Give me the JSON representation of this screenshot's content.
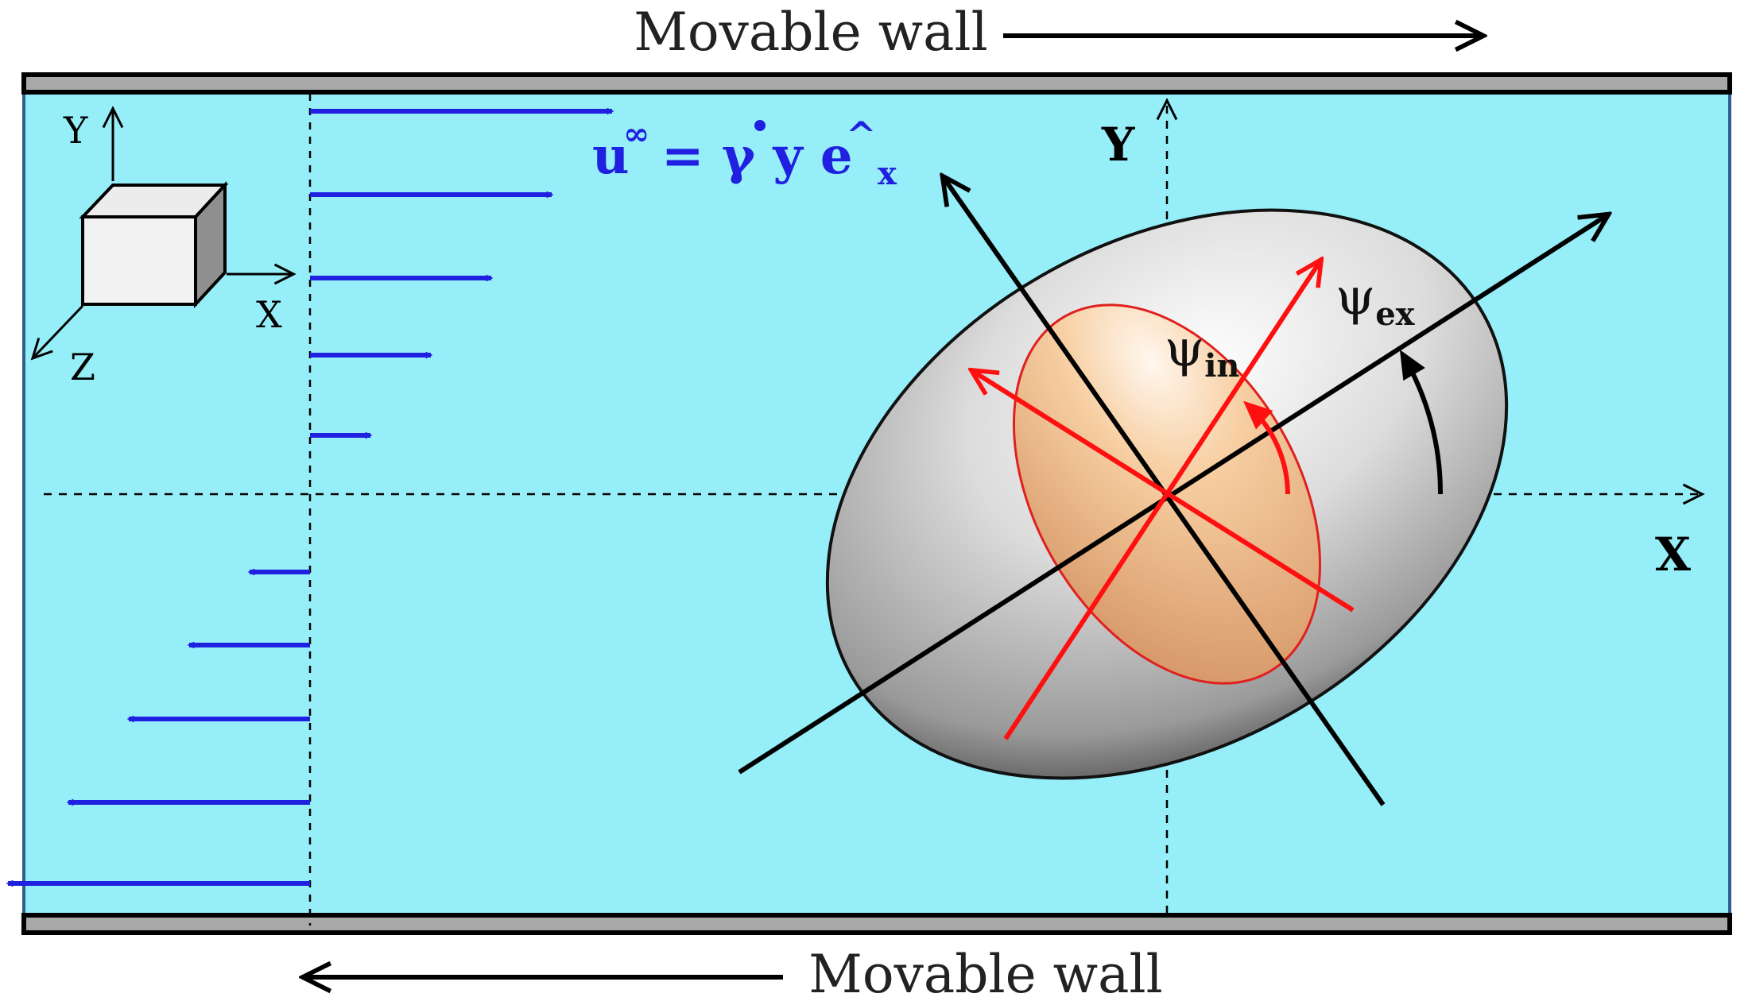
{
  "labels": {
    "top_wall": "Movable wall",
    "bottom_wall": "Movable wall",
    "frame_y": "Y",
    "frame_x": "X",
    "frame_z": "Z",
    "main_y": "Y",
    "main_x": "X",
    "formula_u": "u",
    "formula_sup": "∞",
    "formula_rest": "= γ y e",
    "formula_sub": "x",
    "psi_symbol": "ψ",
    "psi_in_sub": "in",
    "psi_ex_sub": "ex"
  },
  "colors": {
    "fluid": "#96eef8",
    "wall": "#a8a8a8",
    "flow_arrows": "#2020e0",
    "inner_axes": "#ff1010",
    "outer_axes": "#000000",
    "inner_body": "#f5c79a",
    "outer_body": "#d8d8d8"
  },
  "flow_profile": {
    "description_values": [
      5,
      4,
      3,
      2,
      1,
      -1,
      -2,
      -3,
      -4,
      -5
    ]
  }
}
